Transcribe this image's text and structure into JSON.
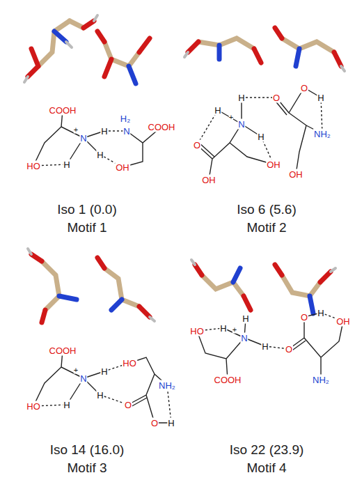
{
  "diagram": {
    "labels": [
      "COOH",
      "+",
      "N",
      "HO",
      "H",
      "H",
      "H",
      "H₂",
      "N",
      "COOH",
      "OH",
      "Iso 1 (0.0)",
      "Motif 1",
      "H",
      "H",
      "+",
      "N",
      "H",
      "O",
      "OH",
      "OH",
      "O",
      "O",
      "H",
      "NH₂",
      "OH",
      "Iso 6 (5.6)",
      "Motif 2",
      "COOH",
      "+",
      "N",
      "HO",
      "H",
      "H",
      "H",
      "HO",
      "O",
      "O",
      "H",
      "NH₂",
      "Iso 14 (16.0)",
      "Motif 3",
      "HO",
      "H",
      "H",
      "+",
      "N",
      "H",
      "COOH",
      "O",
      "O",
      "H",
      "OH",
      "NH₂",
      "Iso 22 (23.9)",
      "Motif 4"
    ]
  }
}
